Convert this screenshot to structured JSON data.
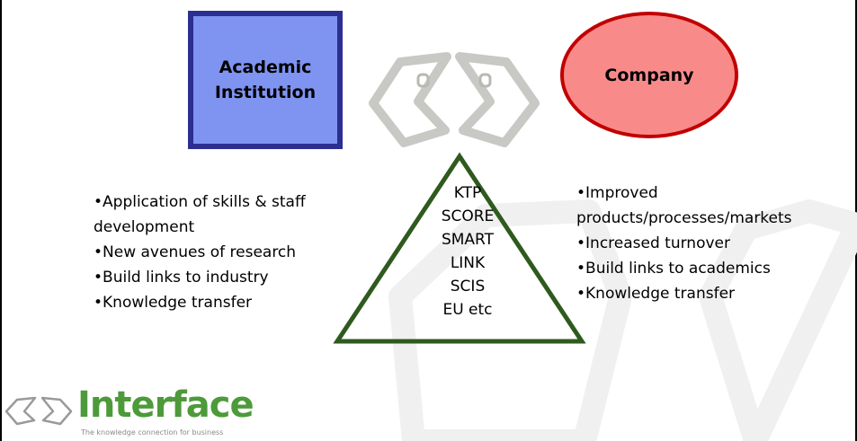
{
  "academic_label": "Academic\nInstitution",
  "company_label": "Company",
  "triangle_items": [
    "KTP",
    "SCORE",
    "SMART",
    "LINK",
    "SCIS",
    "EU etc"
  ],
  "academic_benefits": [
    "•Application of skills & staff",
    "development",
    "•New avenues of research",
    "•Build links to industry",
    "•Knowledge transfer"
  ],
  "company_benefits": [
    "•Improved",
    "products/processes/markets",
    "•Increased turnover",
    "•Build links to academics",
    "•Knowledge transfer"
  ],
  "logo": {
    "name": "Interface",
    "tagline": "The knowledge connection for business"
  },
  "colors": {
    "academic_fill": "#7f94f0",
    "academic_border": "#2c2f91",
    "company_fill": "#f98a8a",
    "company_border": "#c20000",
    "triangle": "#2f5a1e",
    "logo_green": "#4d9a3a",
    "faces_gray": "#c8c8c4"
  }
}
